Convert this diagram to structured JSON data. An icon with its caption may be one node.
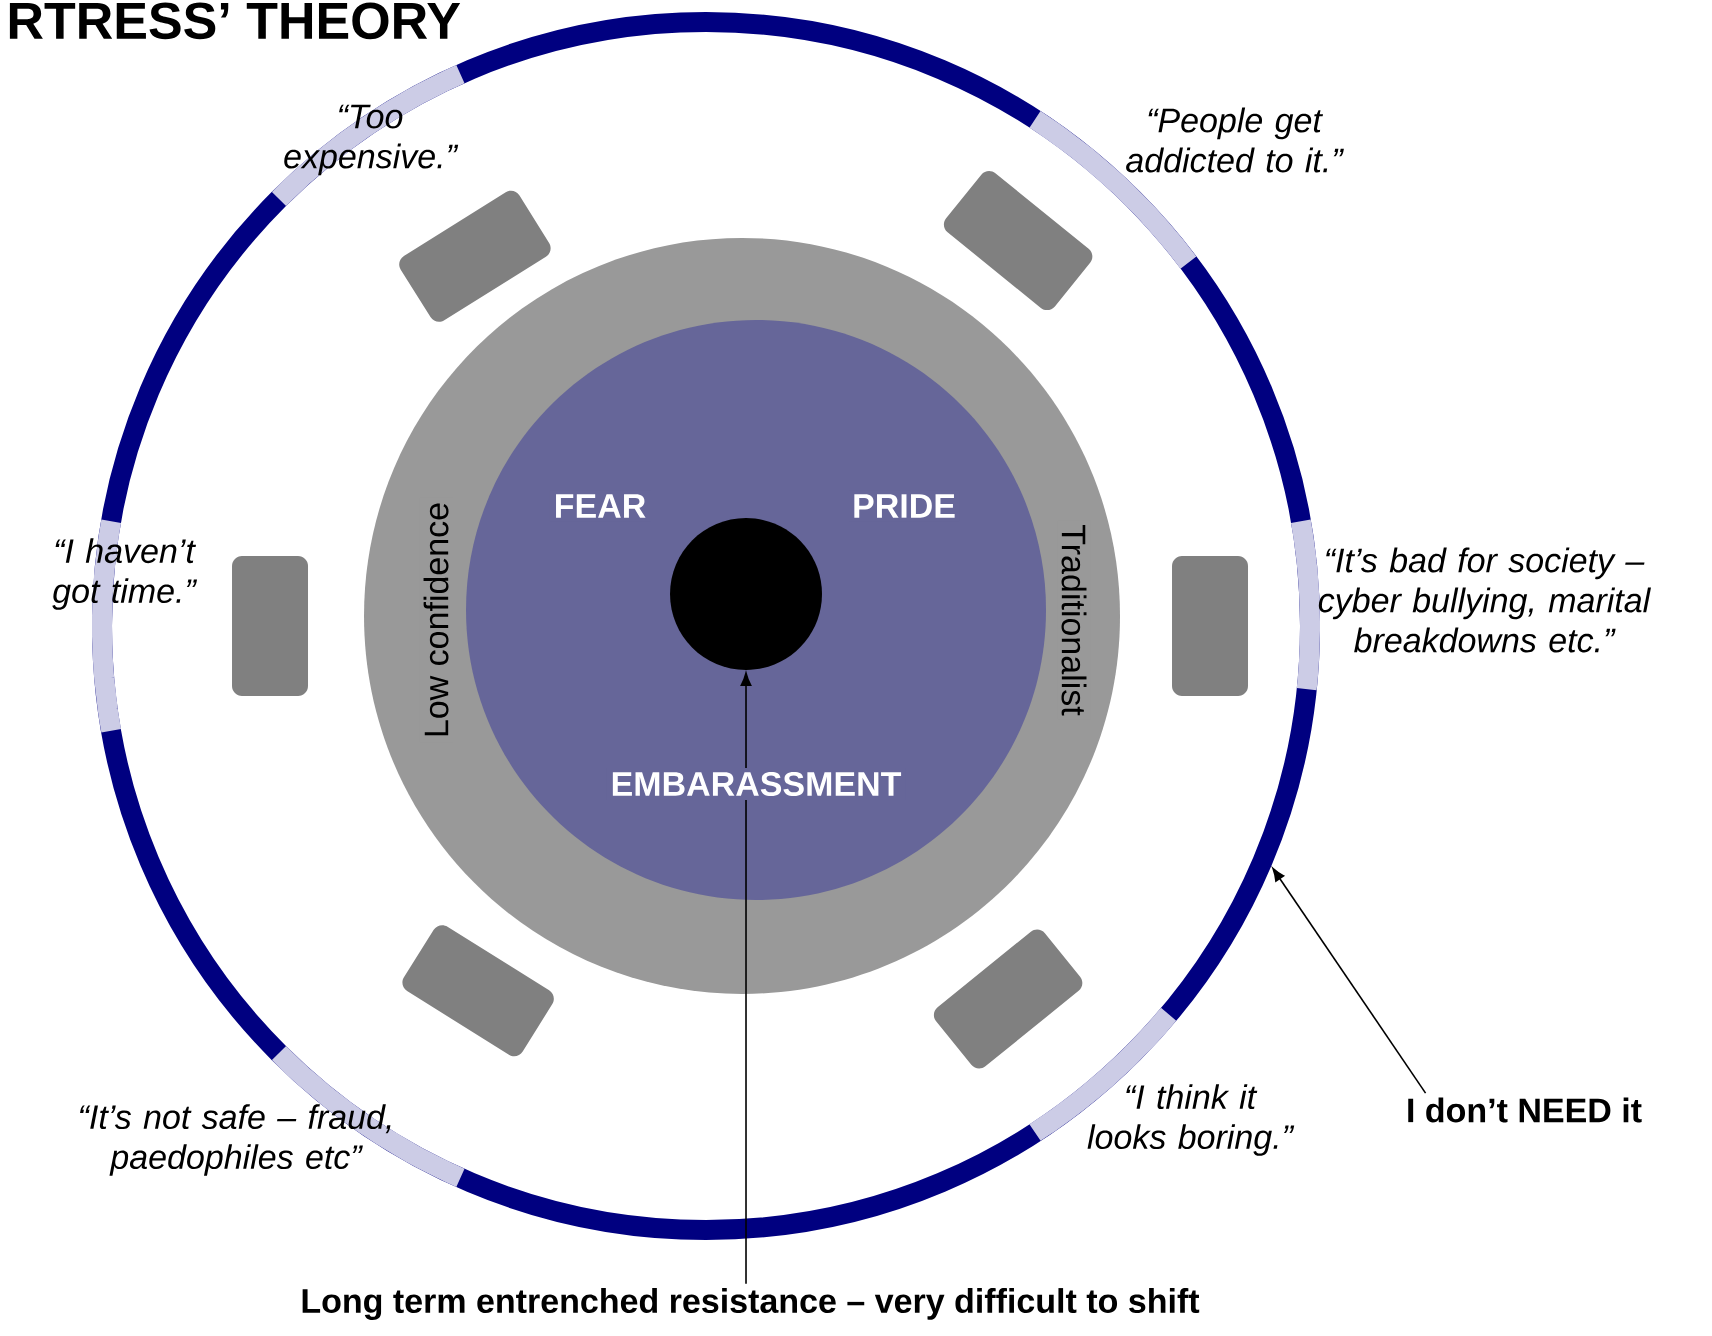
{
  "diagram": {
    "title": "RTRESS’ THEORY",
    "nodes": [
      {
        "text": [],
        "shape": "circle"
      },
      {
        "text": [
          "Low confidence",
          "Traditionalist"
        ],
        "in": 0
      },
      {
        "text": [
          "FEAR",
          "PRIDE",
          "EMBARASSMENT"
        ],
        "in": 1
      },
      {
        "text": [],
        "shape": "circle",
        "in": 2
      },
      {
        "text": [
          "Long term entrenched resistance – very difficult to shift"
        ]
      },
      {
        "text": [
          "I don’t NEED it"
        ]
      }
    ],
    "edges": [
      {
        "from": 4,
        "to": 3,
        "arrow": "to"
      },
      {
        "from": 5,
        "to": 0,
        "arrow": "to"
      }
    ],
    "labels": [
      "“Too expensive.”",
      "“People get addicted to it.”",
      "“I haven’t got time.”",
      "“It’s bad for society – cyber bullying, marital breakdowns etc.”",
      "“It’s not safe – fraud, paedophiles etc”",
      "“I think it looks boring.”"
    ]
  }
}
